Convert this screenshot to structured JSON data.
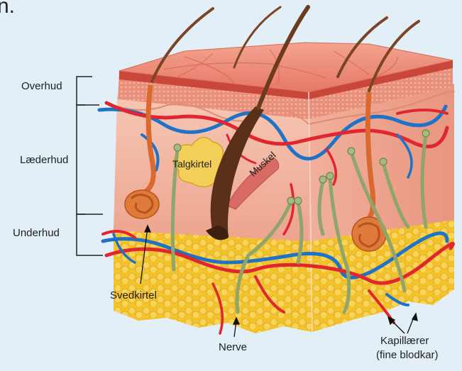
{
  "page": {
    "top_fragment": "n."
  },
  "labels": {
    "overhud": "Overhud",
    "laederhud": "Læderhud",
    "underhud": "Underhud",
    "talgkirtel": "Talgkirtel",
    "muskel": "Muskel",
    "svedkirtel": "Svedkirtel",
    "nerve": "Nerve",
    "kapillaerer_line1": "Kapillærer",
    "kapillaerer_line2": "(fine blodkar)"
  },
  "colors": {
    "background": "#e3eff7",
    "epidermis": "#e98a78",
    "dermis": "#f3b9a5",
    "fat": "#f2c22a",
    "artery": "#e0262e",
    "vein": "#1e72c8",
    "nerve": "#8fa56b",
    "gland": "#d9692f",
    "hair": "#6b3a1f"
  }
}
